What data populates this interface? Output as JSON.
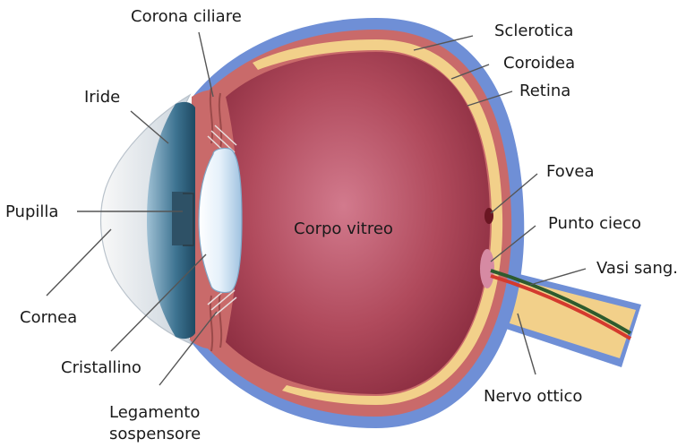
{
  "labels": {
    "corona_ciliare": "Corona ciliare",
    "sclerotica": "Sclerotica",
    "coroidea": "Coroidea",
    "retina": "Retina",
    "iride": "Iride",
    "fovea": "Fovea",
    "pupilla": "Pupilla",
    "corpo_vitreo": "Corpo vitreo",
    "punto_cieco": "Punto cieco",
    "vasi_sang": "Vasi sang.",
    "cornea": "Cornea",
    "cristallino": "Cristallino",
    "legamento_line1": "Legamento",
    "legamento_line2": "sospensore",
    "nervo_ottico": "Nervo ottico"
  },
  "colors": {
    "sclera": "#6f8fd6",
    "choroid": "#c96a6a",
    "retina": "#f2d08a",
    "vitreous": "#b04a5c",
    "lens": "#cfe3f4",
    "iris": "#3b6f8f",
    "cornea": "#e6eaee",
    "blood_vessel": "#d43a2e"
  }
}
